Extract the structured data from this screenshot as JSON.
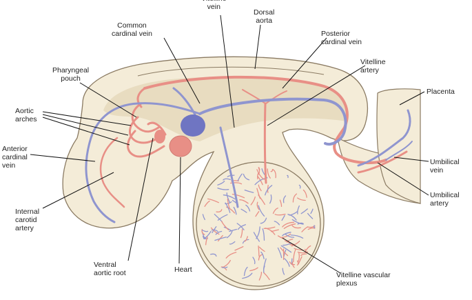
{
  "colors": {
    "background": "#ffffff",
    "embryo_fill": "#f4ecd8",
    "embryo_outline": "#8a7a62",
    "inner_fill": "#e8dcc0",
    "artery": "#e88f86",
    "vein": "#8f95cf",
    "vein_dark": "#6f75c2",
    "leader": "#111111"
  },
  "labels": {
    "vitelline_vein": "Vitelline\nvein",
    "dorsal_aorta": "Dorsal\naorta",
    "common_cardinal_vein": "Common\ncardinal vein",
    "posterior_cardinal_vein": "Posterior\ncardinal vein",
    "pharyngeal_pouch": "Pharyngeal\npouch",
    "vitelline_artery": "Vitelline\nartery",
    "placenta": "Placenta",
    "aortic_arches": "Aortic\narches",
    "anterior_cardinal_vein": "Anterior\ncardinal\nvein",
    "umbilical_vein": "Umbilical\nvein",
    "umbilical_artery": "Umbilical\nartery",
    "internal_carotid_artery": "Internal\ncarotid\nartery",
    "ventral_aortic_root": "Ventral\naortic root",
    "heart": "Heart",
    "vitelline_vascular_plexus": "Vitelline vascular\nplexus"
  },
  "icons": {
    "heart": "heart-icon"
  }
}
